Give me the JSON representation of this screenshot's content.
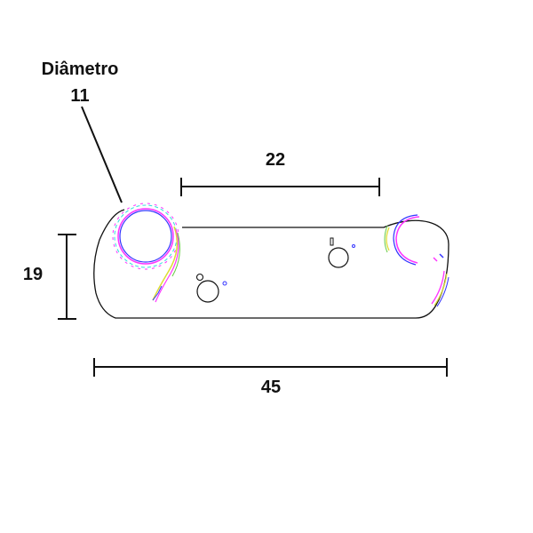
{
  "labels": {
    "diameter_title": "Diâmetro",
    "diameter_value": "11",
    "center_distance": "22",
    "height": "19",
    "length": "45"
  },
  "colors": {
    "line": "#111111",
    "edge_magenta": "#ff33ff",
    "edge_blue": "#3333ff",
    "edge_cyan": "#33dddd",
    "edge_yellow": "#dddd33",
    "edge_green": "#66cc44"
  }
}
